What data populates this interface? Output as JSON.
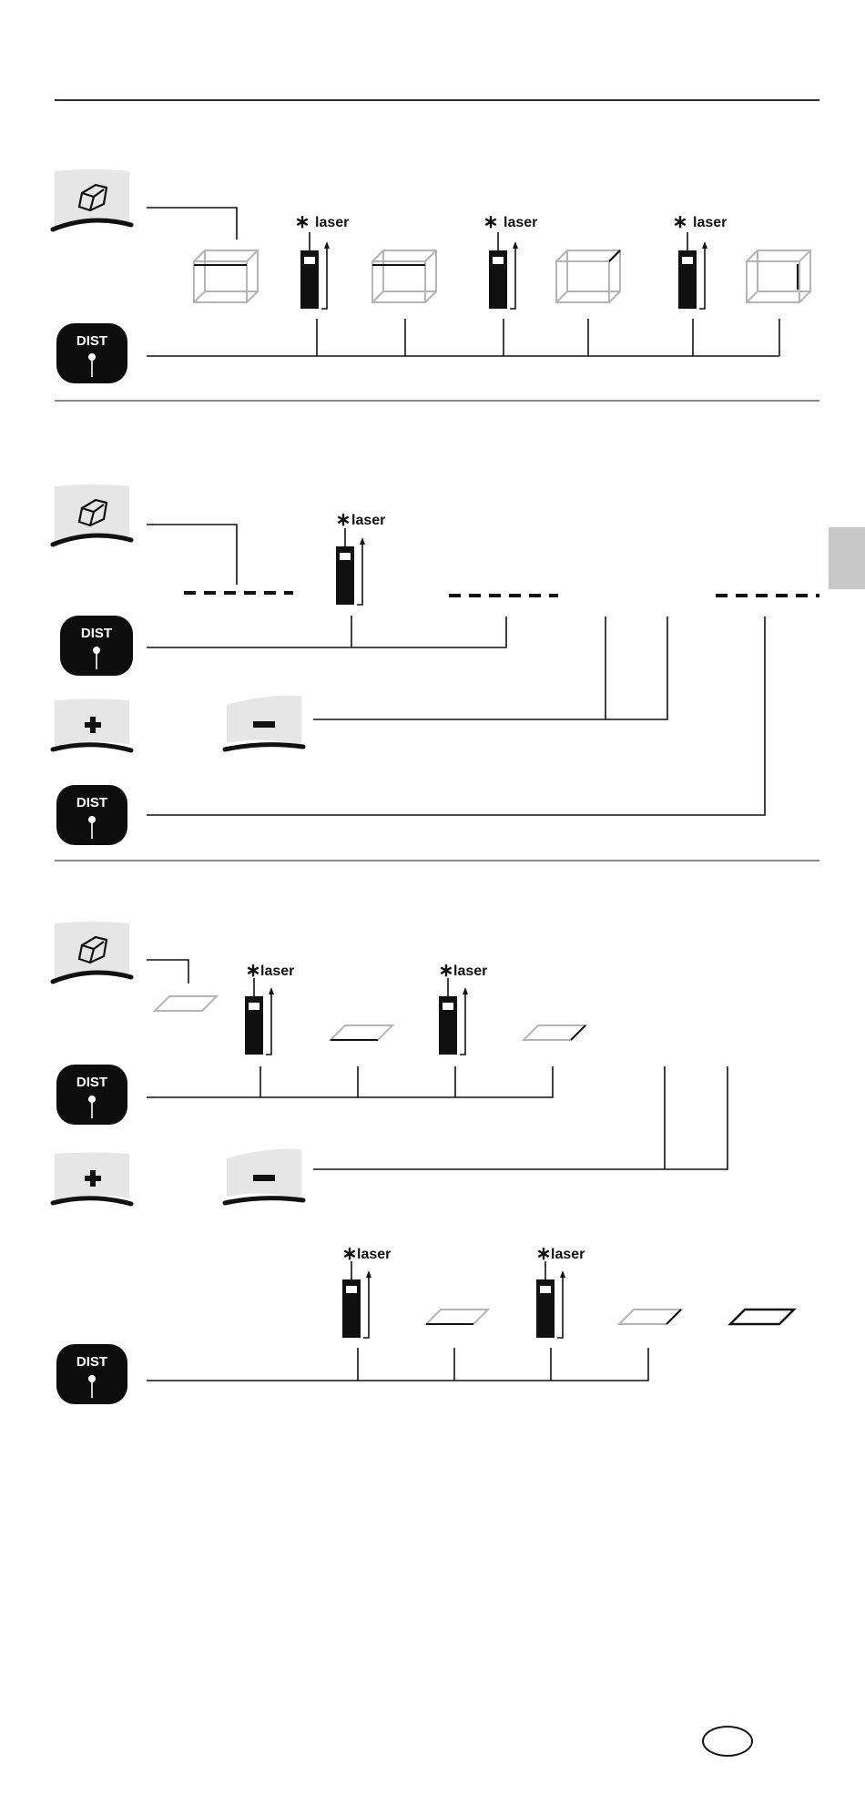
{
  "colors": {
    "line": "#111111",
    "key_dark": "#0d0d0d",
    "key_light": "#e6e6e6",
    "ghost": "#b4b4b4",
    "tab": "#c8c8c8"
  },
  "labels": {
    "dist": "DIST",
    "laser": "laser",
    "plus": "+",
    "minus": "−"
  },
  "icons": {
    "volume": "volume-cube-icon",
    "laser_meter": "laser-meter-icon",
    "dist": "dist-key-icon",
    "plus": "plus-key-icon",
    "minus": "minus-key-icon",
    "cube": "cube-icon",
    "area": "parallelogram-icon"
  },
  "sections": [
    {
      "name": "volume-measurement",
      "steps": [
        "length",
        "width",
        "height"
      ]
    },
    {
      "name": "volume-adjust",
      "steps": [
        "first-value",
        "plus-minus",
        "confirm"
      ]
    },
    {
      "name": "area-measurement",
      "steps": [
        "length",
        "width",
        "plus-minus",
        "second-area"
      ]
    }
  ]
}
